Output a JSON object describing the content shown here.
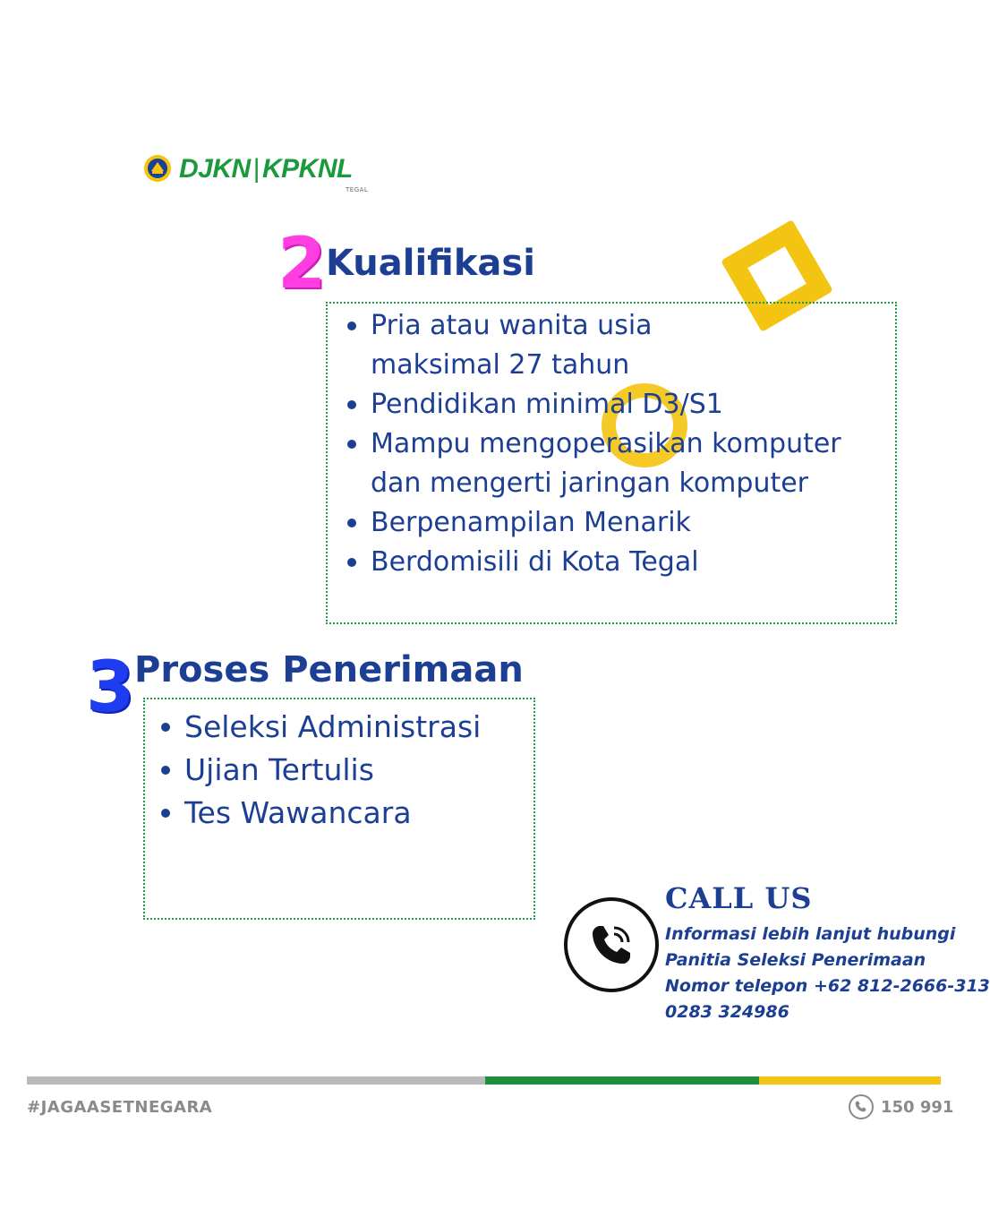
{
  "logo": {
    "brand_left": "DJKN",
    "brand_right": "KPKNL",
    "sub": "TEGAL"
  },
  "kualifikasi": {
    "number": "2",
    "title": "Kualifikasi",
    "items": [
      "Pria atau wanita usia maksimal 27 tahun",
      "Pendidikan minimal D3/S1",
      "Mampu mengoperasikan komputer dan mengerti jaringan  komputer",
      "Berpenampilan Menarik",
      "Berdomisili di Kota Tegal"
    ]
  },
  "proses": {
    "number": "3",
    "title": "Proses Penerimaan",
    "items": [
      "Seleksi Administrasi",
      "Ujian Tertulis",
      "Tes Wawancara"
    ]
  },
  "call": {
    "title": "CALL US",
    "lines": [
      "Informasi lebih lanjut hubungi",
      "Panitia Seleksi Penerimaan",
      "Nomor telepon +62 812-2666-313",
      "0283 324986"
    ]
  },
  "footer": {
    "hashtag": "#JAGAASETNEGARA",
    "hotline": "150 991",
    "colors": {
      "grey": "#b9b9b9",
      "green": "#1e8f3c",
      "yellow": "#f4c413"
    }
  },
  "icons": {
    "logo": "emblem-icon",
    "call": "phone-icon",
    "hotline": "phone-icon"
  }
}
